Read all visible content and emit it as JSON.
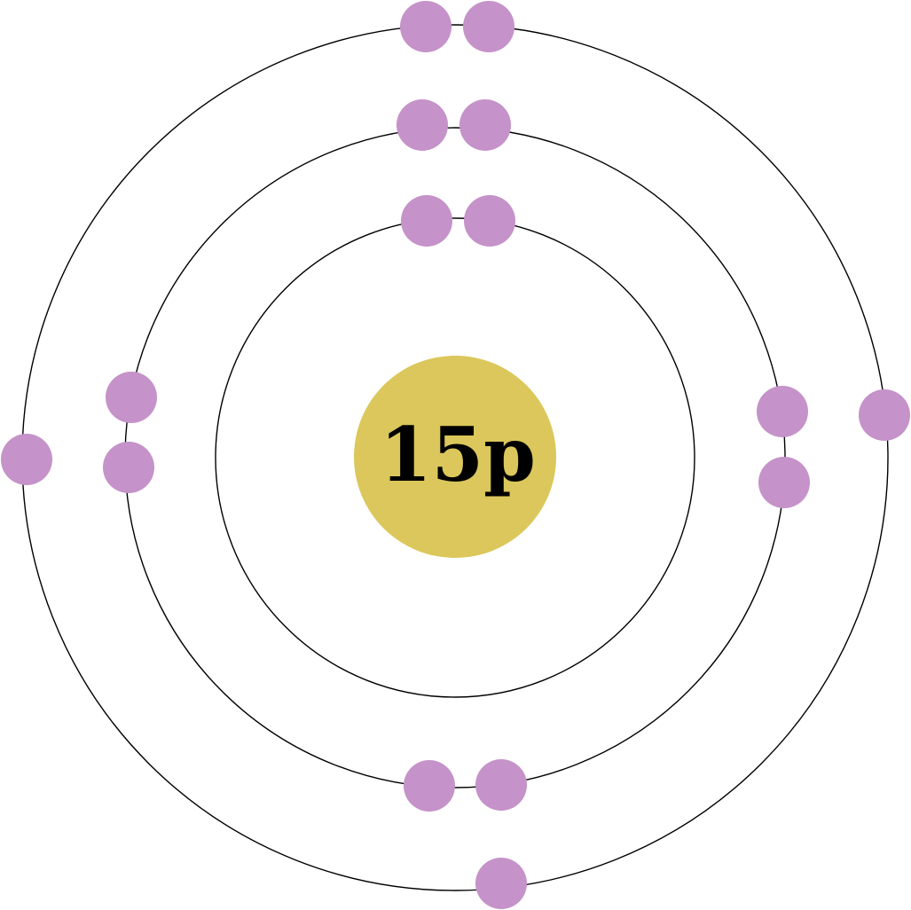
{
  "nucleus": {
    "label": "15p",
    "color": "#dbc75b",
    "text_color": "#000000"
  },
  "electron_color": "#c592c9",
  "shells": [
    {
      "name": "shell-1",
      "electrons": 2
    },
    {
      "name": "shell-2",
      "electrons": 8
    },
    {
      "name": "shell-3",
      "electrons": 5
    }
  ]
}
